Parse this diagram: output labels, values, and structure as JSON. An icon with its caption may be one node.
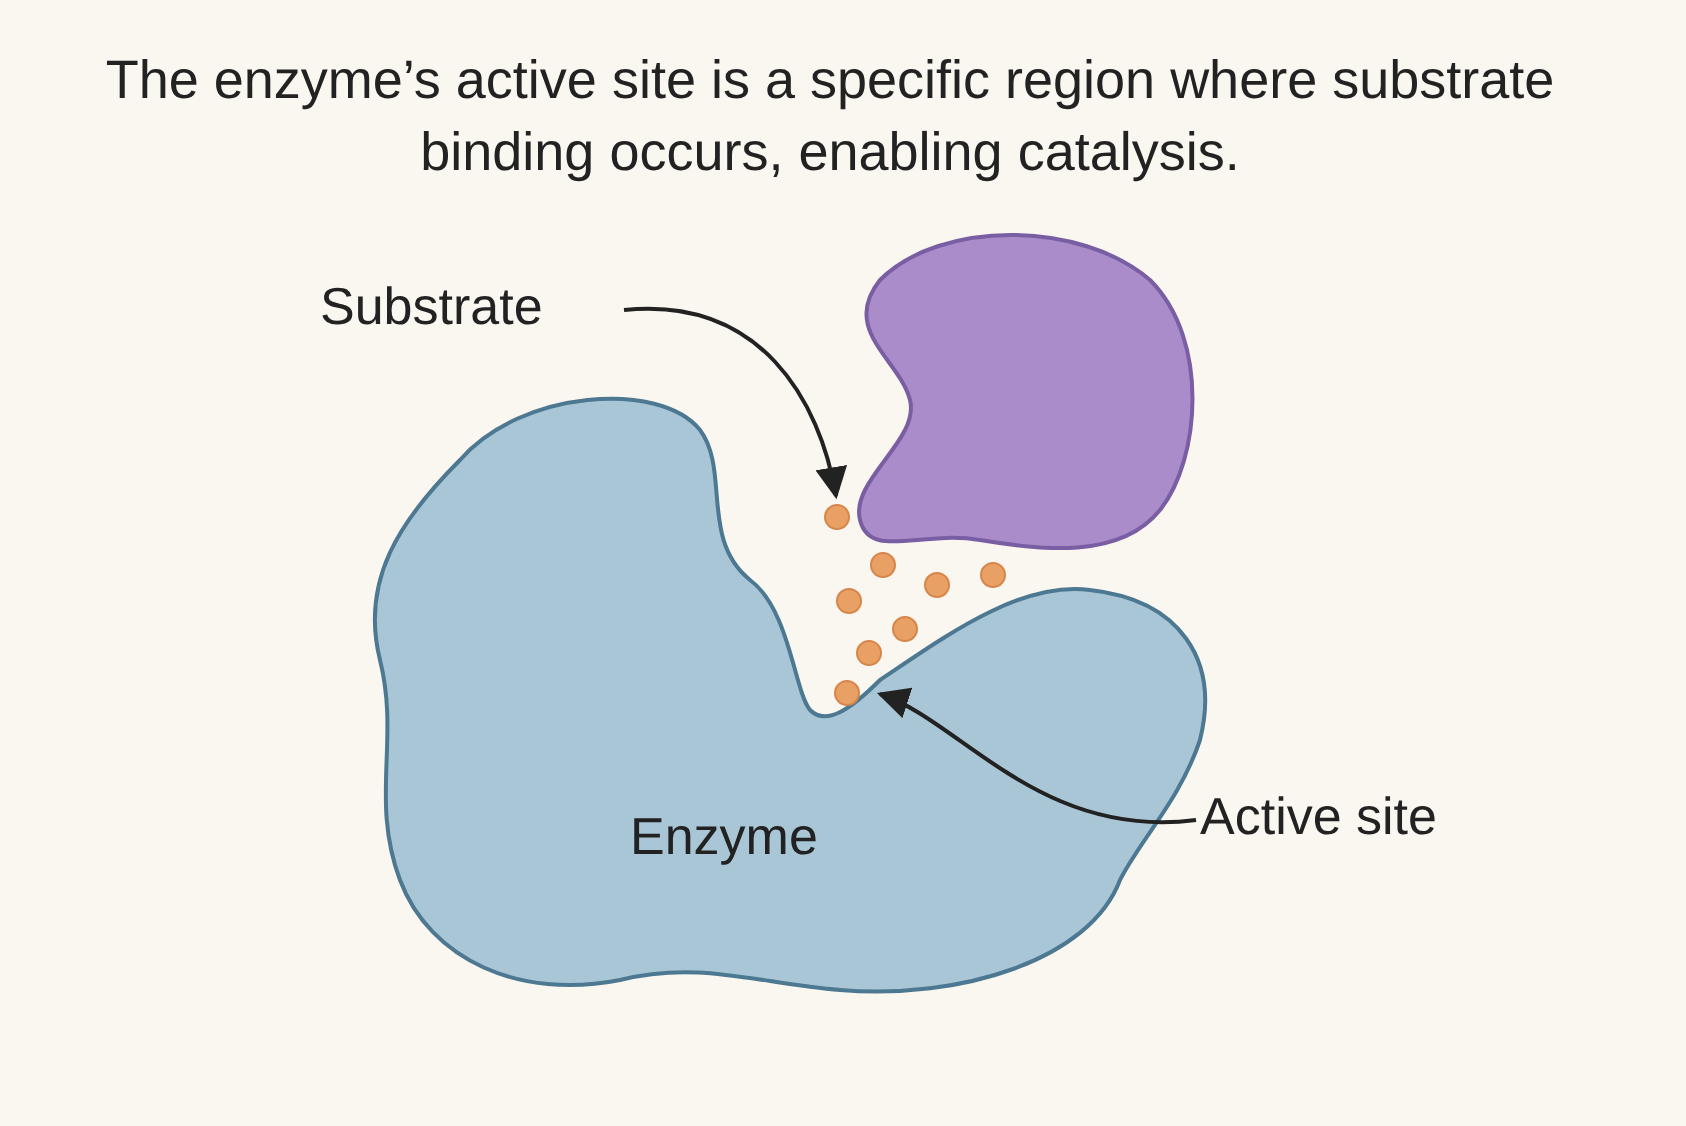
{
  "diagram": {
    "title": "The enzyme’s active site is a specific region where substrate binding occurs, enabling catalysis.",
    "nodes": [
      {
        "text": [
          "Substrate"
        ]
      },
      {
        "text": [
          "Active site"
        ]
      },
      {
        "text": [
          "Enzyme"
        ]
      },
      {
        "text": [],
        "shape": "blob"
      },
      {
        "text": [],
        "shape": "circle"
      },
      {
        "text": [],
        "shape": "circle"
      },
      {
        "text": [],
        "shape": "circle"
      },
      {
        "text": [],
        "shape": "circle"
      },
      {
        "text": [],
        "shape": "circle"
      },
      {
        "text": [],
        "shape": "circle"
      },
      {
        "text": [],
        "shape": "circle"
      },
      {
        "text": [],
        "shape": "circle"
      }
    ],
    "edges": [
      {
        "from": 0,
        "to": 4,
        "arrow": "to"
      },
      {
        "from": 1,
        "to": 2,
        "arrow": "to"
      }
    ]
  }
}
